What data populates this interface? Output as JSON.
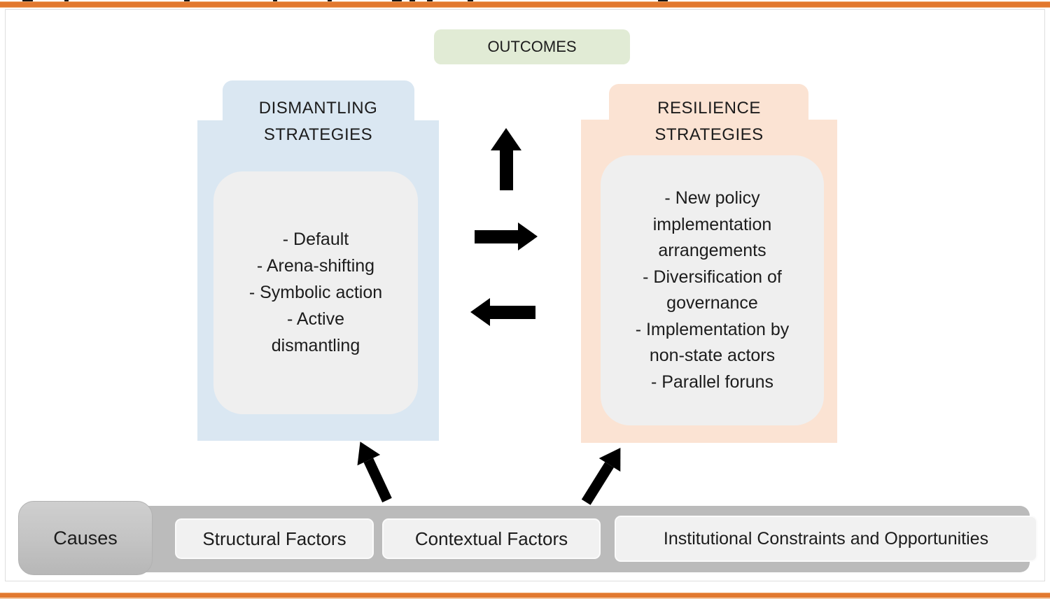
{
  "figure": {
    "outcomes_label": "OUTCOMES",
    "dismantling": {
      "title_lines": [
        "DISMANTLING",
        "STRATEGIES"
      ],
      "item_lines": [
        "- Default",
        "- Arena-shifting",
        "- Symbolic action",
        "- Active",
        "dismantling"
      ]
    },
    "resilience": {
      "title_lines": [
        "RESILIENCE",
        "STRATEGIES"
      ],
      "item_lines": [
        "- New policy",
        "implementation",
        "arrangements",
        "- Diversification of",
        "governance",
        "- Implementation by",
        "non-state actors",
        "- Parallel foruns"
      ]
    },
    "causes": {
      "label": "Causes",
      "factors": [
        "Structural Factors",
        "Contextual Factors",
        "Institutional Constraints and Opportunities"
      ]
    }
  },
  "colors": {
    "accent_orange": "#e2792f",
    "outcomes_green": "#e1ebd5",
    "dismantling_blue": "#dae7f2",
    "resilience_peach": "#fbe3d3",
    "inner_panel_gray": "#efefef",
    "causes_bar_gray": "#bbbbbb",
    "arrow_black": "#000000"
  }
}
